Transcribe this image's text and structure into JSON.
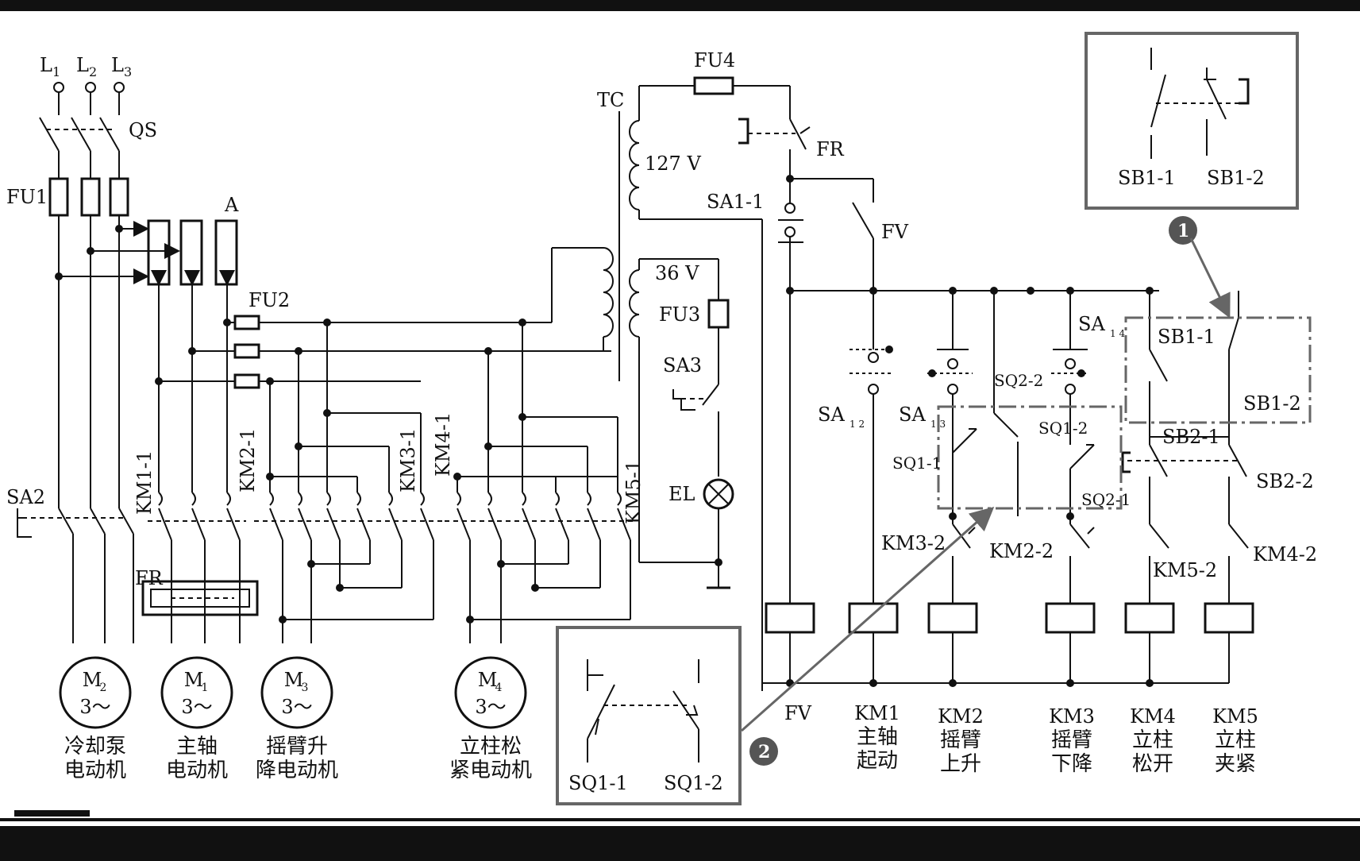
{
  "colors": {
    "ink": "#111111",
    "callout": "#666666",
    "background": "#ffffff",
    "badge": "#555555"
  },
  "supply": {
    "l1": "L",
    "l1_sub": "1",
    "l2": "L",
    "l2_sub": "2",
    "l3": "L",
    "l3_sub": "3",
    "qs": "QS",
    "fu1": "FU1",
    "ammeter": "A",
    "fu2": "FU2"
  },
  "control": {
    "tc": "TC",
    "fu4": "FU4",
    "fr_top": "FR",
    "v127": "127  V",
    "sa1_1": "SA1-1",
    "fv_switch": "FV",
    "v36": "36  V",
    "fu3": "FU3",
    "sa3": "SA3",
    "el": "EL"
  },
  "contacts": {
    "sa2": "SA2",
    "km1_1": "KM1-1",
    "km2_1": "KM2-1",
    "km3_1": "KM3-1",
    "km4_1": "KM4-1",
    "km5_1": "KM5-1",
    "fr_relay": "FR"
  },
  "motors": {
    "m2": {
      "symbol": "M",
      "sub": "2",
      "phase": "3～",
      "name_line1": "冷却泵",
      "name_line2": "电动机"
    },
    "m1": {
      "symbol": "M",
      "sub": "1",
      "phase": "3～",
      "name_line1": "主轴",
      "name_line2": "电动机"
    },
    "m3": {
      "symbol": "M",
      "sub": "3",
      "phase": "3～",
      "name_line1": "摇臂升",
      "name_line2": "降电动机"
    },
    "m4": {
      "symbol": "M",
      "sub": "4",
      "phase": "3～",
      "name_line1": "立柱松",
      "name_line2": "紧电动机"
    }
  },
  "right_circuit": {
    "sa1_2": "SA",
    "sa1_2_sub": "1  2",
    "sa1_3": "SA",
    "sa1_3_sub": "1  3",
    "sa1_4": "SA",
    "sa1_4_sub": "1  4",
    "sq2_2": "SQ2-2",
    "sq1_1": "SQ1-1",
    "sq1_2": "SQ1-2",
    "sq2_1": "SQ2-1",
    "km3_2": "KM3-2",
    "km2_2": "KM2-2",
    "sb1_1": "SB1-1",
    "sb1_2": "SB1-2",
    "sb2_1": "SB2-1",
    "sb2_2": "SB2-2",
    "km5_2": "KM5-2",
    "km4_2": "KM4-2"
  },
  "coils": [
    {
      "code": "FV",
      "line1": "",
      "line2": ""
    },
    {
      "code": "KM1",
      "line1": "主轴",
      "line2": "起动"
    },
    {
      "code": "KM2",
      "line1": "摇臂",
      "line2": "上升"
    },
    {
      "code": "KM3",
      "line1": "摇臂",
      "line2": "下降"
    },
    {
      "code": "KM4",
      "line1": "立柱",
      "line2": "松开"
    },
    {
      "code": "KM5",
      "line1": "立柱",
      "line2": "夹紧"
    }
  ],
  "callout1": {
    "badge": "1",
    "label_left": "SB1-1",
    "label_right": "SB1-2"
  },
  "callout2": {
    "badge": "2",
    "label_left": "SQ1-1",
    "label_right": "SQ1-2"
  }
}
